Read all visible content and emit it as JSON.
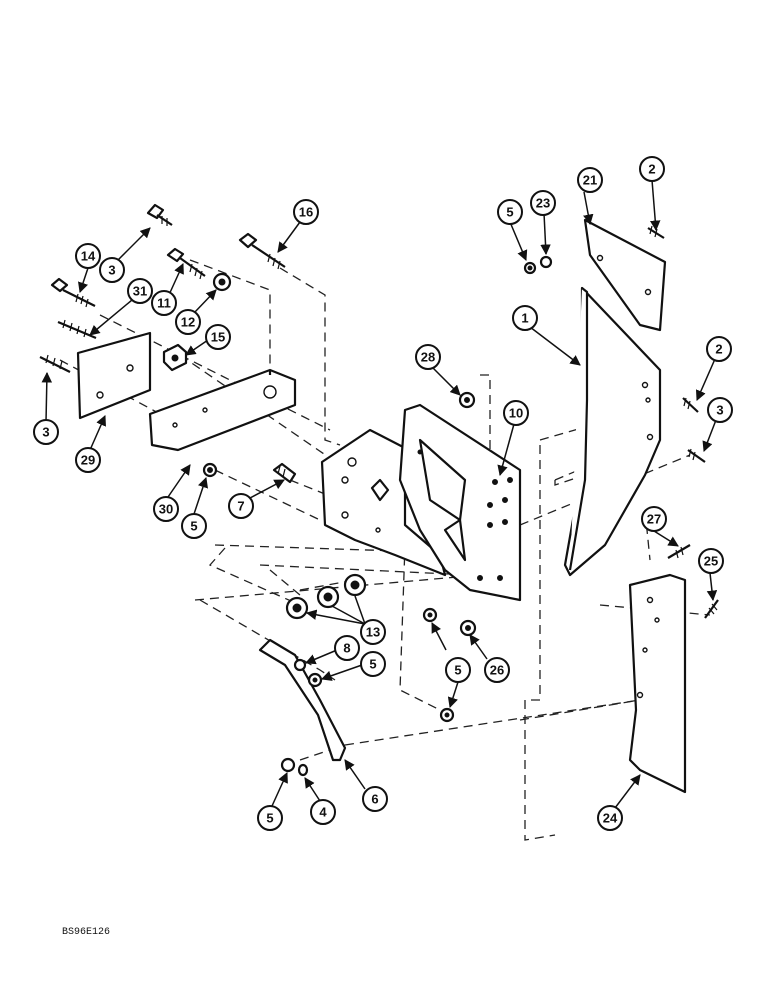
{
  "diagram": {
    "reference_code": "BS96E126",
    "callouts": [
      "16",
      "3",
      "14",
      "11",
      "31",
      "12",
      "15",
      "3",
      "29",
      "30",
      "5",
      "7",
      "5",
      "23",
      "21",
      "2",
      "1",
      "28",
      "10",
      "2",
      "3",
      "27",
      "25",
      "13",
      "8",
      "5",
      "5",
      "26",
      "6",
      "4",
      "5",
      "24"
    ]
  }
}
